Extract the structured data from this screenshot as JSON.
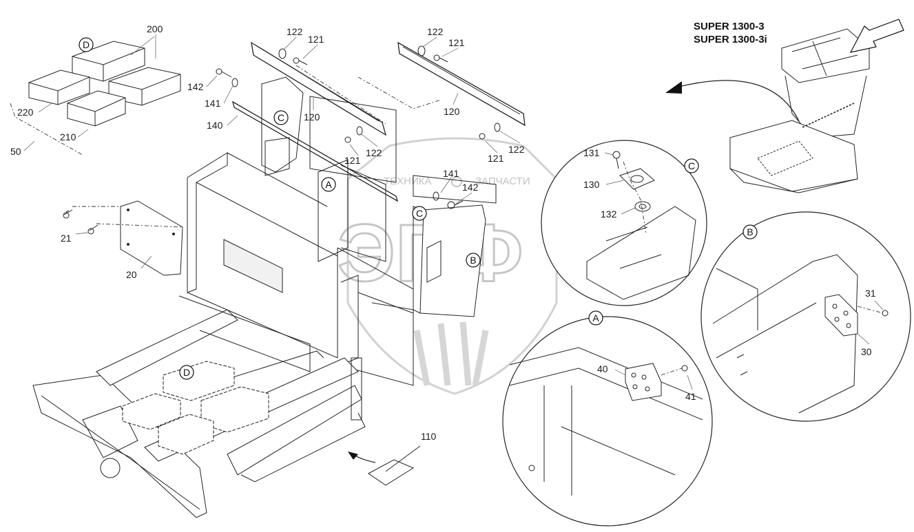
{
  "header": {
    "model_1": "SUPER 1300-3",
    "model_2": "SUPER 1300-3i"
  },
  "callouts": {
    "a": "A",
    "b": "B",
    "c": "C",
    "d": "D"
  },
  "parts": {
    "p200": "200",
    "p220": "220",
    "p210": "210",
    "p50": "50",
    "p122": "122",
    "p121": "121",
    "p142": "142",
    "p141": "141",
    "p140": "140",
    "p120": "120",
    "p21": "21",
    "p20": "20",
    "p131": "131",
    "p130": "130",
    "p132": "132",
    "p31": "31",
    "p30": "30",
    "p40": "40",
    "p41": "41",
    "p110": "110"
  },
  "watermark": {
    "left": "ТЕХНИКА",
    "right": "ЗАПЧАСТИ",
    "letters": "ЭПФ"
  }
}
